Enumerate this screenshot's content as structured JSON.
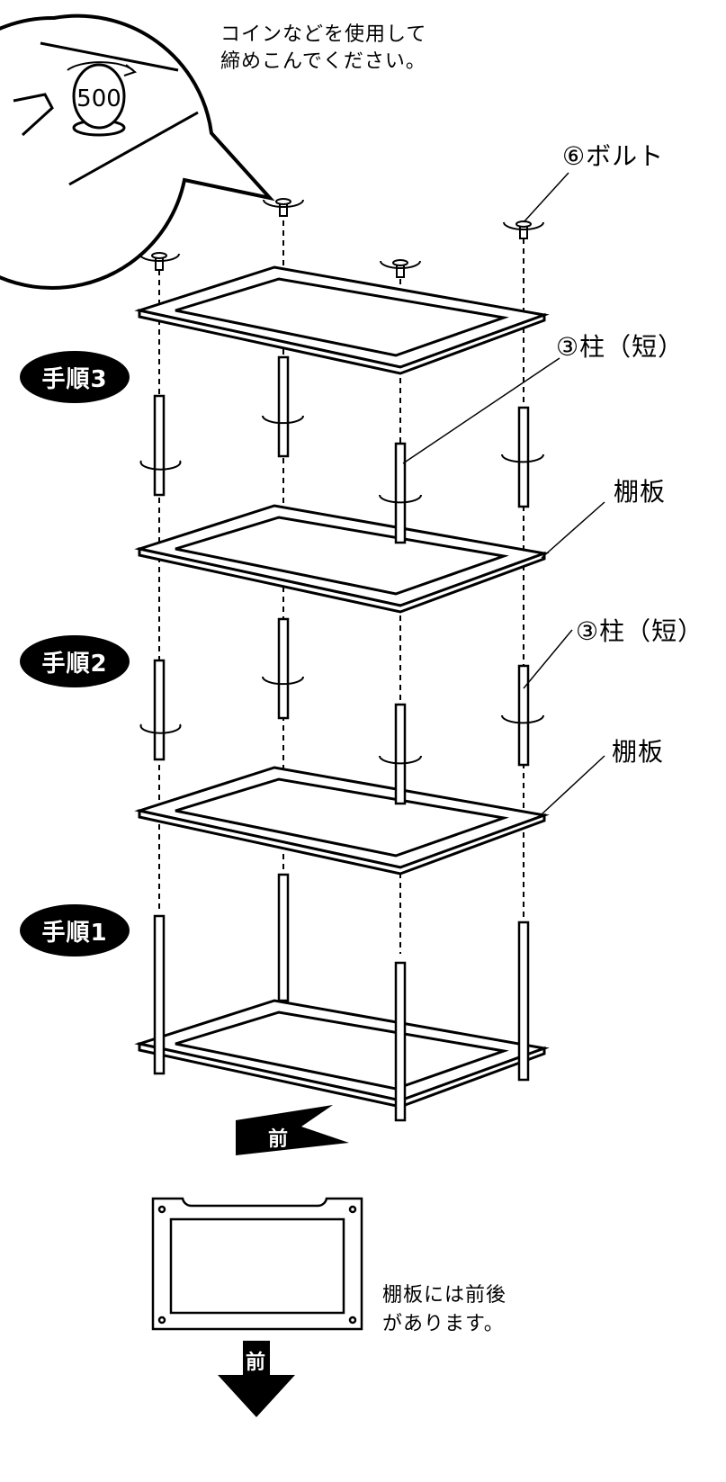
{
  "zoom_note": [
    "コインなどを使用して",
    "締めこんでください。"
  ],
  "coin_label": "500",
  "parts": {
    "bolt": "⑥ボルト",
    "pillar_short_1": "③柱（短）",
    "shelf_1": "棚板",
    "pillar_short_2": "③柱（短）",
    "shelf_2": "棚板"
  },
  "steps": [
    "手順3",
    "手順2",
    "手順1"
  ],
  "front_label_1": "前",
  "bottom_note": [
    "棚板には前後",
    "があります。"
  ],
  "front_label_2": "前"
}
